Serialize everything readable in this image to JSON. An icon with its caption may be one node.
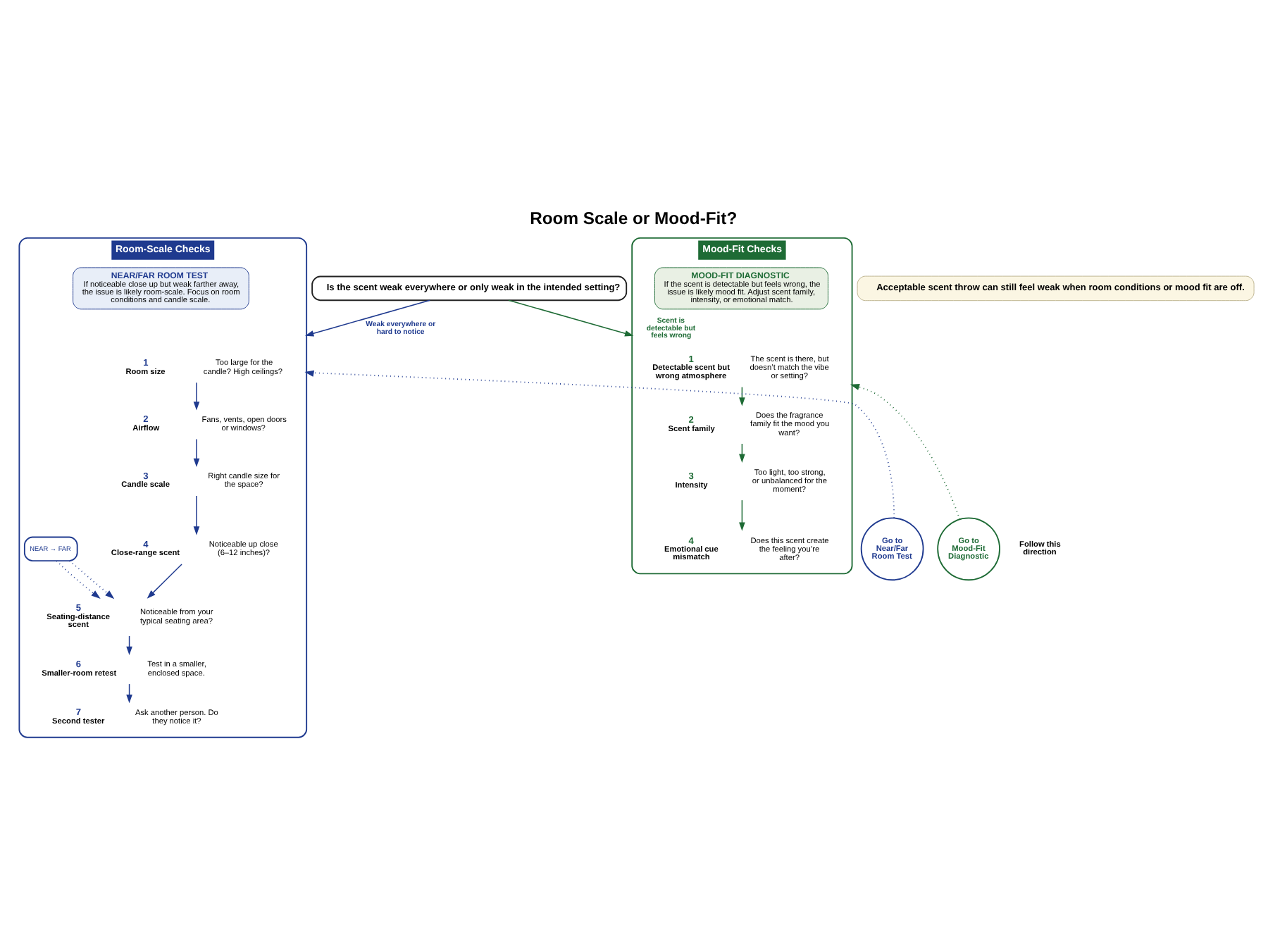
{
  "diagram": {
    "title": "Room Scale or Mood-Fit?",
    "nodes": [
      {
        "text": [
          "Is the scent weak everywhere or only weak in the intended setting?"
        ]
      },
      {
        "text": [
          "Room-Scale Checks"
        ]
      },
      {
        "text": [
          "1",
          "Room size"
        ],
        "in": 1,
        "beside": [
          "Too large for the candle? High ceilings?"
        ]
      },
      {
        "text": [
          "2",
          "Airflow"
        ],
        "in": 1,
        "beside": [
          "Fans, vents, open doors or windows?"
        ]
      },
      {
        "text": [
          "3",
          "Candle scale"
        ],
        "in": 1,
        "beside": [
          "Right candle size for the space?"
        ]
      },
      {
        "text": [
          "4",
          "Close-range scent"
        ],
        "in": 1,
        "beside": [
          "Noticeable up close (6–12 inches)?"
        ]
      },
      {
        "text": [
          "5",
          "Seating-distance scent"
        ],
        "in": 1,
        "beside": [
          "Noticeable from your typical seating area?"
        ]
      },
      {
        "text": [
          "6",
          "Smaller-room retest"
        ],
        "in": 1,
        "beside": [
          "Test in a smaller, enclosed space."
        ]
      },
      {
        "text": [
          "7",
          "Second tester"
        ],
        "in": 1,
        "beside": [
          "Ask another person. Do they notice it?"
        ]
      },
      {
        "text": [
          "NEAR → FAR"
        ],
        "in": 1
      },
      {
        "text": [
          "NEAR/FAR ROOM TEST",
          "If noticeable close up but weak farther away, the issue is likely room-scale. Focus on room conditions and candle scale."
        ],
        "in": 1
      },
      {
        "text": [
          "Mood-Fit Checks"
        ]
      },
      {
        "text": [
          "1",
          "Detectable scent but wrong atmosphere"
        ],
        "in": 11,
        "beside": [
          "The scent is there, but doesn’t match the vibe or setting?"
        ]
      },
      {
        "text": [
          "2",
          "Scent family"
        ],
        "in": 11,
        "beside": [
          "Does the fragrance family fit the mood you want?"
        ]
      },
      {
        "text": [
          "3",
          "Intensity"
        ],
        "in": 11,
        "beside": [
          "Too light, too strong, or unbalanced for the moment?"
        ]
      },
      {
        "text": [
          "4",
          "Emotional cue mismatch"
        ],
        "in": 11,
        "beside": [
          "Does this scent create the feeling you’re after?"
        ]
      },
      {
        "text": [
          "MOOD-FIT DIAGNOSTIC",
          "If the scent is detectable but feels wrong, the issue is likely mood fit. Adjust scent family, intensity, or emotional match."
        ],
        "in": 11
      },
      {
        "text": [
          "Go to Near/Far Room Test"
        ]
      },
      {
        "text": [
          "Go to Mood-Fit Diagnostic"
        ]
      },
      {
        "text": [
          "Acceptable scent throw can still feel weak when room conditions or mood fit are off."
        ]
      }
    ],
    "edges": [
      {
        "from": 0,
        "to": 1,
        "arrow": "to",
        "label": "Weak everywhere or hard to notice"
      },
      {
        "from": 0,
        "to": 11,
        "arrow": "to",
        "label": "Scent is detectable but feels wrong",
        "color": "#1e6b35"
      },
      {
        "from": 2,
        "to": 3,
        "arrow": "to"
      },
      {
        "from": 3,
        "to": 4,
        "arrow": "to"
      },
      {
        "from": 4,
        "to": 5,
        "arrow": "to"
      },
      {
        "from": 5,
        "to": 6,
        "arrow": "to"
      },
      {
        "from": 6,
        "to": 7,
        "arrow": "to"
      },
      {
        "from": 7,
        "to": 8,
        "arrow": "to"
      },
      {
        "from": 9,
        "to": 6,
        "arrow": "to",
        "style": "dashed"
      },
      {
        "from": 9,
        "to": 6,
        "arrow": "to",
        "style": "dashed"
      },
      {
        "from": 17,
        "to": 1,
        "arrow": "to",
        "style": "dashed"
      },
      {
        "from": 18,
        "to": 11,
        "arrow": "to",
        "style": "dashed",
        "color": "#1e6b35"
      },
      {
        "from": 12,
        "to": 13,
        "arrow": "to",
        "color": "#1e6b35"
      },
      {
        "from": 13,
        "to": 14,
        "arrow": "to",
        "color": "#1e6b35"
      },
      {
        "from": 14,
        "to": 15,
        "arrow": "to",
        "color": "#1e6b35"
      }
    ],
    "labels": [
      "Follow this direction"
    ]
  }
}
